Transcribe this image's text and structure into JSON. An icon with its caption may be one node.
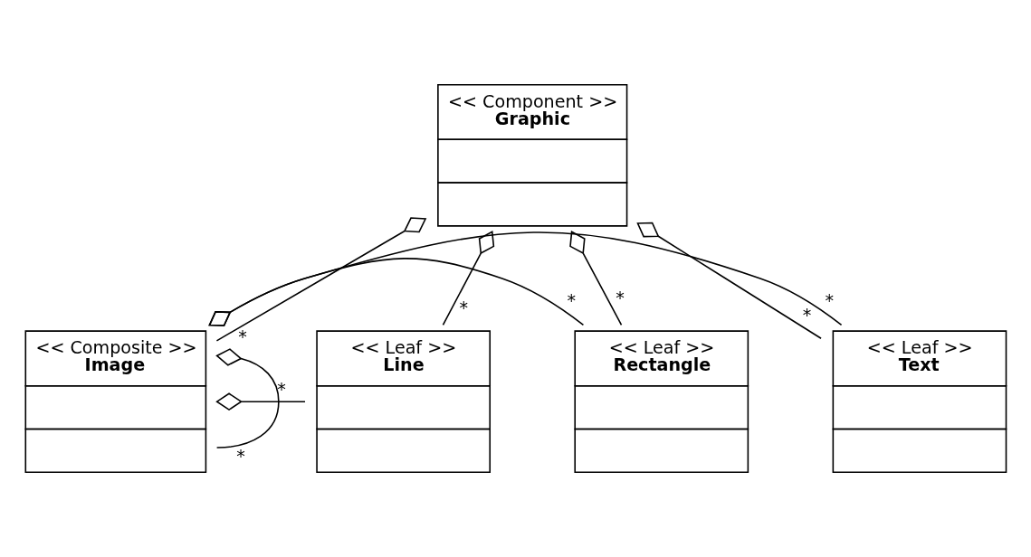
{
  "diagram": {
    "nodes": [
      {
        "text": [
          "<< Component >>",
          "Graphic"
        ]
      },
      {
        "text": [
          "<< Composite >>",
          "Image"
        ]
      },
      {
        "text": [
          "<< Leaf >>",
          "Line"
        ]
      },
      {
        "text": [
          "<< Leaf >>",
          "Rectangle"
        ]
      },
      {
        "text": [
          "<< Leaf >>",
          "Text"
        ]
      }
    ],
    "edges": [
      {
        "from": 0,
        "to": 1,
        "arrow": "other",
        "label": "*"
      },
      {
        "from": 0,
        "to": 2,
        "arrow": "other",
        "label": "*"
      },
      {
        "from": 0,
        "to": 3,
        "arrow": "other",
        "label": "*"
      },
      {
        "from": 0,
        "to": 4,
        "arrow": "other",
        "label": "*"
      },
      {
        "from": 1,
        "to": 1,
        "arrow": "other",
        "label": "*"
      },
      {
        "from": 1,
        "to": 2,
        "arrow": "other",
        "label": "*"
      },
      {
        "from": 1,
        "to": 3,
        "arrow": "other",
        "label": "*"
      },
      {
        "from": 1,
        "to": 4,
        "arrow": "other",
        "label": "*"
      }
    ]
  }
}
